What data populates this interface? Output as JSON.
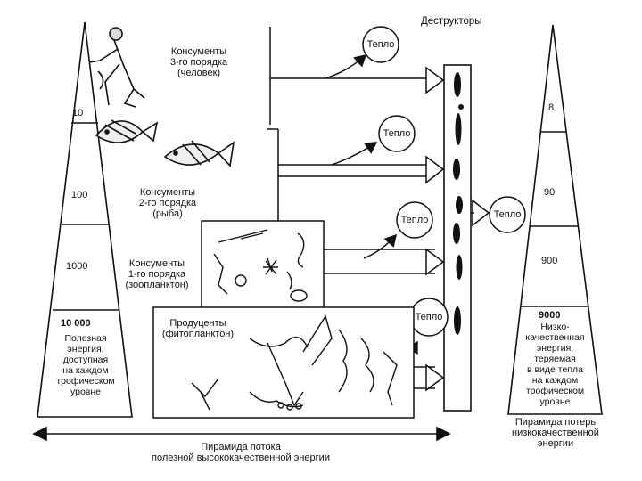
{
  "title": "Деструкторы",
  "left_pyramid": {
    "levels": [
      "10",
      "100",
      "1000",
      "10 000"
    ],
    "caption": "Полезная\nэнергия,\nдоступная\nна каждом\nтрофическом\nуровне"
  },
  "right_pyramid": {
    "levels": [
      "8",
      "90",
      "900",
      "9000"
    ],
    "caption": "Низко-\nкачественная\nэнергия,\nтеряемая\nв виде тепла\nна каждом\nтрофическом\nуровне",
    "label": "Пирамида потерь\nнизкокачественной\nэнергии"
  },
  "consumers": {
    "third": "Консументы\n3-го порядка\n(человек)",
    "second": "Консументы\n2-го порядка\n(рыба)",
    "first": "Консументы\n1-го порядка\n(зоопланктон)"
  },
  "producers": "Продуценты\n(фитопланктон)",
  "heat": "Тепло",
  "bottom_label": "Пирамида потока\nполезной высококачественной энергии",
  "colors": {
    "line": "#111111",
    "background": "#ffffff"
  }
}
